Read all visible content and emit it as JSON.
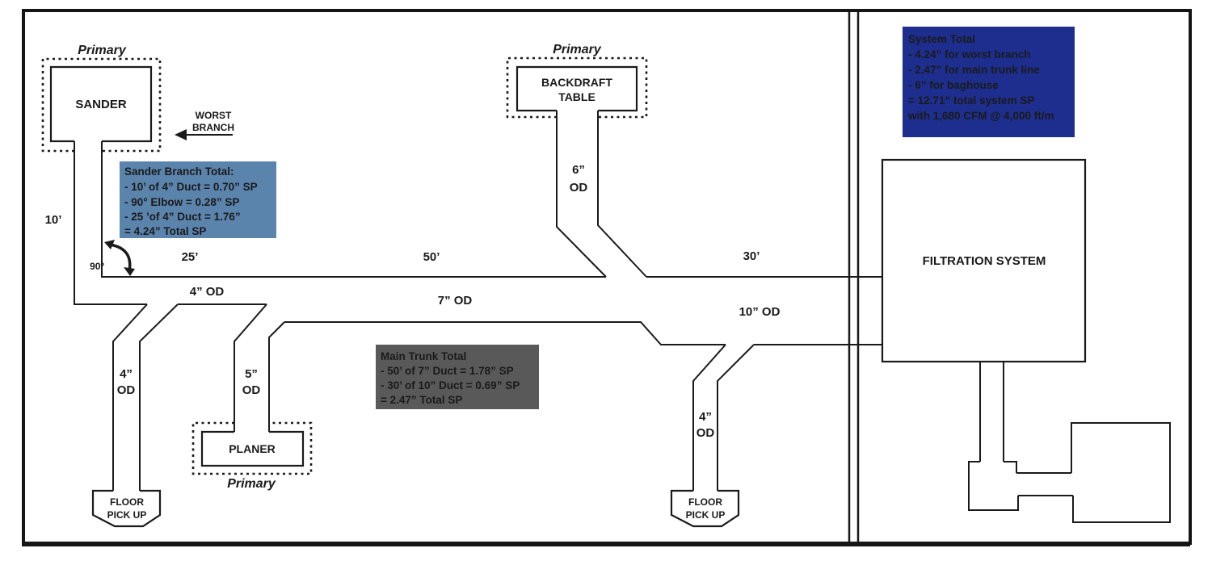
{
  "colors": {
    "line": "#1a1a1a",
    "sander_note_bg": "#5B84AD",
    "trunk_note_bg": "#595959",
    "system_note_bg": "#1E2E8F",
    "note_text": "#ffffff"
  },
  "machines": {
    "sander": {
      "label": "SANDER",
      "primary": "Primary"
    },
    "backdraft": {
      "line1": "BACKDRAFT",
      "line2": "TABLE",
      "primary": "Primary"
    },
    "planer": {
      "label": "PLANER",
      "primary": "Primary"
    },
    "filtration": {
      "label": "FILTRATION SYSTEM"
    }
  },
  "floor_pickup": {
    "line1": "FLOOR",
    "line2": "PICK UP"
  },
  "worst_branch": {
    "line1": "WORST",
    "line2": "BRANCH"
  },
  "elbow": {
    "angle": "90º"
  },
  "run_labels": {
    "run_10ft": "10’",
    "run_25ft": "25’",
    "run_50ft": "50’",
    "run_30ft": "30’"
  },
  "od_labels": {
    "od4_trunk": "4” OD",
    "od7_trunk": "7” OD",
    "od10_trunk": "10” OD",
    "od4_left_1": "4”",
    "od4_left_2": "OD",
    "od5_1": "5”",
    "od5_2": "OD",
    "od6_1": "6”",
    "od6_2": "OD",
    "od4_right_1": "4”",
    "od4_right_2": "OD"
  },
  "notes": {
    "sander_branch": {
      "lines": [
        "Sander Branch Total:",
        "- 10’ of 4” Duct = 0.70” SP",
        "- 90° Elbow = 0.28” SP",
        "- 25 ’of 4” Duct = 1.76”",
        "= 4.24” Total SP"
      ]
    },
    "main_trunk": {
      "lines": [
        "Main Trunk Total",
        "- 50’ of 7” Duct = 1.78” SP",
        "- 30’ of 10” Duct = 0.69” SP",
        "= 2.47” Total SP"
      ]
    },
    "system_total": {
      "lines": [
        "System Total",
        "- 4.24” for worst branch",
        "- 2.47” for main trunk line",
        "- 6” for baghouse",
        "= 12.71” total system SP",
        "with 1,680 CFM @ 4,000 ft/m"
      ]
    }
  }
}
